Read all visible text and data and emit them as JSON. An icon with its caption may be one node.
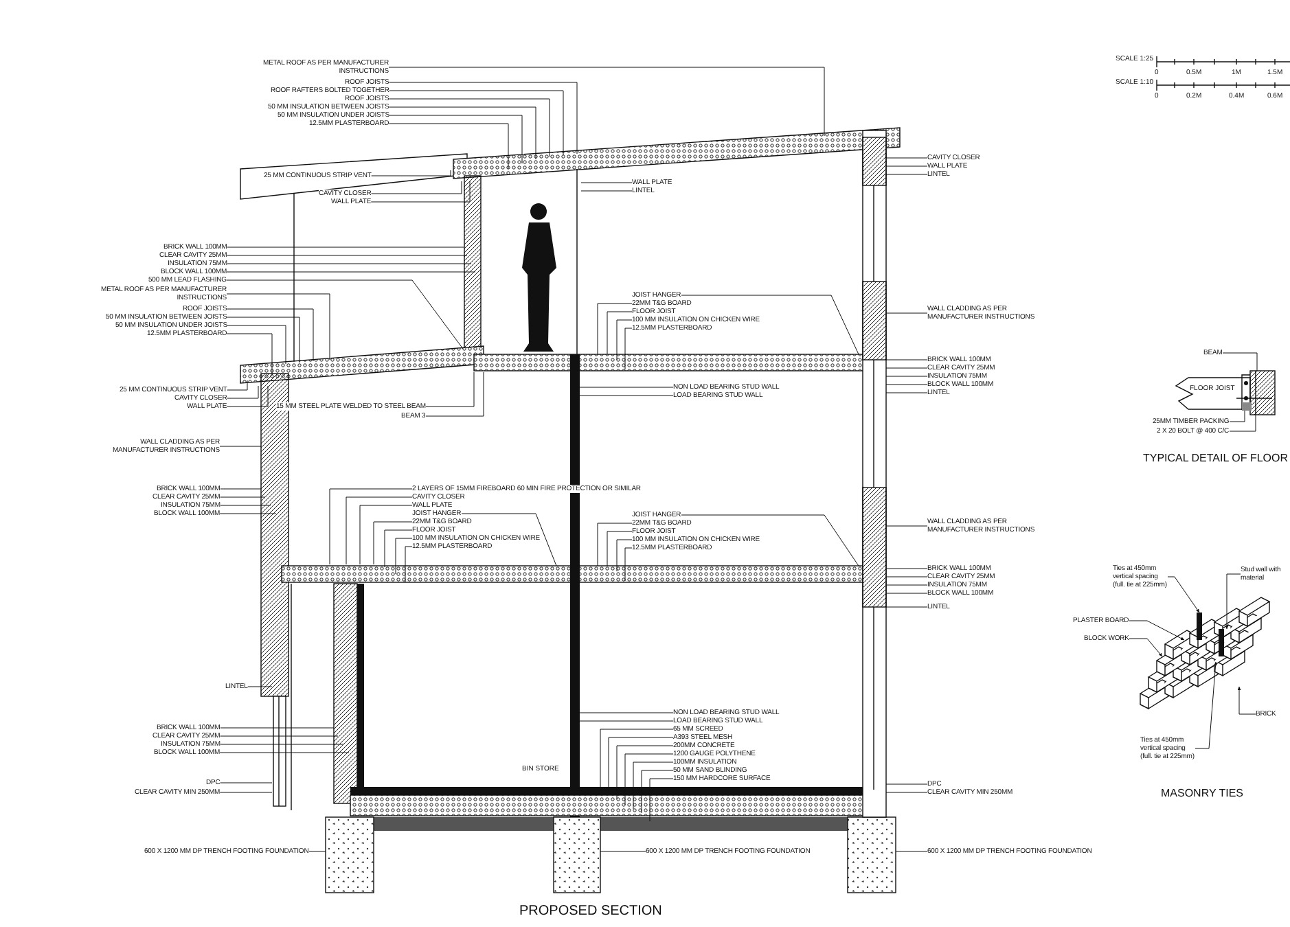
{
  "diagram": {
    "title": "PROPOSED SECTION",
    "nodes": [
      {
        "text": [
          "METAL ROOF AS PER MANUFACTURER INSTRUCTIONS"
        ]
      },
      {
        "text": [
          "ROOF JOISTS"
        ]
      },
      {
        "text": [
          "ROOF RAFTERS BOLTED TOGETHER"
        ]
      },
      {
        "text": [
          "ROOF JOISTS"
        ]
      },
      {
        "text": [
          "50 MM INSULATION BETWEEN JOISTS"
        ]
      },
      {
        "text": [
          "50 MM INSULATION UNDER JOISTS"
        ]
      },
      {
        "text": [
          "12.5MM PLASTERBOARD"
        ]
      },
      {
        "text": [
          "25 MM CONTINUOUS STRIP VENT"
        ]
      },
      {
        "text": [
          "CAVITY CLOSER"
        ]
      },
      {
        "text": [
          "WALL PLATE"
        ]
      },
      {
        "text": [
          "BRICK WALL 100MM"
        ]
      },
      {
        "text": [
          "CLEAR CAVITY 25MM"
        ]
      },
      {
        "text": [
          "INSULATION 75MM"
        ]
      },
      {
        "text": [
          "BLOCK WALL 100MM"
        ]
      },
      {
        "text": [
          "500 MM LEAD FLASHING"
        ]
      },
      {
        "text": [
          "METAL ROOF AS PER MANUFACTURER INSTRUCTIONS"
        ]
      },
      {
        "text": [
          "ROOF JOISTS"
        ]
      },
      {
        "text": [
          "50 MM INSULATION BETWEEN JOISTS"
        ]
      },
      {
        "text": [
          "50 MM INSULATION UNDER JOISTS"
        ]
      },
      {
        "text": [
          "12.5MM PLASTERBOARD"
        ]
      },
      {
        "text": [
          "25 MM CONTINUOUS STRIP VENT"
        ]
      },
      {
        "text": [
          "CAVITY CLOSER"
        ]
      },
      {
        "text": [
          "WALL PLATE"
        ]
      },
      {
        "text": [
          "15 MM STEEL PLATE WELDED TO STEEL BEAM"
        ]
      },
      {
        "text": [
          "BEAM 3"
        ]
      },
      {
        "text": [
          "WALL CLADDING AS PER MANUFACTURER INSTRUCTIONS"
        ]
      },
      {
        "text": [
          "BRICK WALL 100MM"
        ]
      },
      {
        "text": [
          "CLEAR CAVITY 25MM"
        ]
      },
      {
        "text": [
          "INSULATION 75MM"
        ]
      },
      {
        "text": [
          "BLOCK WALL 100MM"
        ]
      },
      {
        "text": [
          "2 LAYERS OF 15MM FIREBOARD 60 MIN FIRE PROTECTION OR SIMILAR"
        ]
      },
      {
        "text": [
          "CAVITY CLOSER"
        ]
      },
      {
        "text": [
          "WALL PLATE"
        ]
      },
      {
        "text": [
          "JOIST HANGER"
        ]
      },
      {
        "text": [
          "22MM T&G BOARD"
        ]
      },
      {
        "text": [
          "FLOOR JOIST"
        ]
      },
      {
        "text": [
          "100 MM INSULATION ON CHICKEN WIRE"
        ]
      },
      {
        "text": [
          "12.5MM PLASTERBOARD"
        ]
      },
      {
        "text": [
          "LINTEL"
        ]
      },
      {
        "text": [
          "BRICK WALL 100MM"
        ]
      },
      {
        "text": [
          "CLEAR CAVITY 25MM"
        ]
      },
      {
        "text": [
          "INSULATION 75MM"
        ]
      },
      {
        "text": [
          "BLOCK WALL 100MM"
        ]
      },
      {
        "text": [
          "DPC"
        ]
      },
      {
        "text": [
          "CLEAR CAVITY MIN 250MM"
        ]
      },
      {
        "text": [
          "600 X 1200 MM DP TRENCH FOOTING FOUNDATION"
        ]
      },
      {
        "text": [
          "WALL PLATE"
        ]
      },
      {
        "text": [
          "LINTEL"
        ]
      },
      {
        "text": [
          "JOIST HANGER"
        ]
      },
      {
        "text": [
          "22MM T&G BOARD"
        ]
      },
      {
        "text": [
          "FLOOR JOIST"
        ]
      },
      {
        "text": [
          "100 MM INSULATION ON CHICKEN WIRE"
        ]
      },
      {
        "text": [
          "12.5MM PLASTERBOARD"
        ]
      },
      {
        "text": [
          "NON LOAD BEARING STUD WALL"
        ]
      },
      {
        "text": [
          "LOAD BEARING STUD WALL"
        ]
      },
      {
        "text": [
          "JOIST HANGER"
        ]
      },
      {
        "text": [
          "22MM T&G BOARD"
        ]
      },
      {
        "text": [
          "FLOOR JOIST"
        ]
      },
      {
        "text": [
          "100 MM INSULATION ON CHICKEN WIRE"
        ]
      },
      {
        "text": [
          "12.5MM PLASTERBOARD"
        ]
      },
      {
        "text": [
          "NON LOAD BEARING STUD WALL"
        ]
      },
      {
        "text": [
          "LOAD BEARING STUD WALL"
        ]
      },
      {
        "text": [
          "65 MM SCREED"
        ]
      },
      {
        "text": [
          "A393 STEEL MESH"
        ]
      },
      {
        "text": [
          "200MM CONCRETE"
        ]
      },
      {
        "text": [
          "1200 GAUGE POLYTHENE"
        ]
      },
      {
        "text": [
          "100MM INSULATION"
        ]
      },
      {
        "text": [
          "50 MM SAND BLINDING"
        ]
      },
      {
        "text": [
          "150 MM HARDCORE SURFACE"
        ]
      },
      {
        "text": [
          "600 X 1200 MM DP TRENCH FOOTING FOUNDATION"
        ]
      },
      {
        "text": [
          "CAVITY CLOSER"
        ]
      },
      {
        "text": [
          "WALL PLATE"
        ]
      },
      {
        "text": [
          "LINTEL"
        ]
      },
      {
        "text": [
          "WALL CLADDING AS PER MANUFACTURER INSTRUCTIONS"
        ]
      },
      {
        "text": [
          "BRICK WALL 100MM"
        ]
      },
      {
        "text": [
          "CLEAR CAVITY 25MM"
        ]
      },
      {
        "text": [
          "INSULATION 75MM"
        ]
      },
      {
        "text": [
          "BLOCK WALL 100MM"
        ]
      },
      {
        "text": [
          "LINTEL"
        ]
      },
      {
        "text": [
          "WALL CLADDING AS PER MANUFACTURER INSTRUCTIONS"
        ]
      },
      {
        "text": [
          "BRICK WALL 100MM"
        ]
      },
      {
        "text": [
          "CLEAR CAVITY 25MM"
        ]
      },
      {
        "text": [
          "INSULATION 75MM"
        ]
      },
      {
        "text": [
          "BLOCK WALL 100MM"
        ]
      },
      {
        "text": [
          "LINTEL"
        ]
      },
      {
        "text": [
          "DPC"
        ]
      },
      {
        "text": [
          "CLEAR CAVITY MIN 250MM"
        ]
      },
      {
        "text": [
          "600 X 1200 MM DP TRENCH FOOTING FOUNDATION"
        ]
      },
      {
        "text": [
          "BEAM"
        ]
      },
      {
        "text": [
          "25MM TIMBER PACKING"
        ]
      },
      {
        "text": [
          "2 X 20 BOLT @ 400 C/C"
        ]
      },
      {
        "text": [
          "Ties at 450mm vertical spacing (full. tie at 225mm)"
        ]
      },
      {
        "text": [
          "Stud wall with material"
        ]
      },
      {
        "text": [
          "PLASTER BOARD"
        ]
      },
      {
        "text": [
          "BLOCK WORK"
        ]
      },
      {
        "text": [
          "BRICK"
        ]
      },
      {
        "text": [
          "Ties at 450mm vertical spacing (full. tie at 225mm)"
        ]
      },
      {
        "text": [],
        "shape": "picture"
      },
      {
        "text": [],
        "shape": "picture"
      }
    ],
    "edges": [
      {
        "from": 0,
        "to": null,
        "arrow": "none"
      },
      {
        "from": 1,
        "to": null,
        "arrow": "none"
      },
      {
        "from": 2,
        "to": null,
        "arrow": "none"
      },
      {
        "from": 3,
        "to": null,
        "arrow": "none"
      },
      {
        "from": 4,
        "to": null,
        "arrow": "none"
      },
      {
        "from": 5,
        "to": null,
        "arrow": "none"
      },
      {
        "from": 6,
        "to": null,
        "arrow": "none"
      },
      {
        "from": 7,
        "to": null,
        "arrow": "none"
      },
      {
        "from": 8,
        "to": null,
        "arrow": "none"
      },
      {
        "from": 9,
        "to": null,
        "arrow": "none"
      },
      {
        "from": 10,
        "to": null,
        "arrow": "none"
      },
      {
        "from": 11,
        "to": null,
        "arrow": "none"
      },
      {
        "from": 12,
        "to": null,
        "arrow": "none"
      },
      {
        "from": 13,
        "to": null,
        "arrow": "none"
      },
      {
        "from": 14,
        "to": null,
        "arrow": "none"
      },
      {
        "from": 15,
        "to": null,
        "arrow": "none"
      },
      {
        "from": 16,
        "to": null,
        "arrow": "none"
      },
      {
        "from": 17,
        "to": null,
        "arrow": "none"
      },
      {
        "from": 18,
        "to": null,
        "arrow": "none"
      },
      {
        "from": 19,
        "to": null,
        "arrow": "none"
      },
      {
        "from": 20,
        "to": null,
        "arrow": "none"
      },
      {
        "from": 21,
        "to": null,
        "arrow": "none"
      },
      {
        "from": 22,
        "to": null,
        "arrow": "none"
      },
      {
        "from": 23,
        "to": null,
        "arrow": "none"
      },
      {
        "from": 24,
        "to": null,
        "arrow": "none"
      },
      {
        "from": 25,
        "to": null,
        "arrow": "none"
      },
      {
        "from": 26,
        "to": null,
        "arrow": "none"
      },
      {
        "from": 27,
        "to": null,
        "arrow": "none"
      },
      {
        "from": 28,
        "to": null,
        "arrow": "none"
      },
      {
        "from": 29,
        "to": null,
        "arrow": "none"
      },
      {
        "from": 30,
        "to": null,
        "arrow": "none"
      },
      {
        "from": 31,
        "to": null,
        "arrow": "none"
      },
      {
        "from": 32,
        "to": null,
        "arrow": "none"
      },
      {
        "from": 33,
        "to": null,
        "arrow": "none"
      },
      {
        "from": 34,
        "to": null,
        "arrow": "none"
      },
      {
        "from": 35,
        "to": null,
        "arrow": "none"
      },
      {
        "from": 36,
        "to": null,
        "arrow": "none"
      },
      {
        "from": 37,
        "to": null,
        "arrow": "none"
      },
      {
        "from": 38,
        "to": null,
        "arrow": "none"
      },
      {
        "from": 39,
        "to": null,
        "arrow": "none"
      },
      {
        "from": 40,
        "to": null,
        "arrow": "none"
      },
      {
        "from": 41,
        "to": null,
        "arrow": "none"
      },
      {
        "from": 42,
        "to": null,
        "arrow": "none"
      },
      {
        "from": 43,
        "to": null,
        "arrow": "none"
      },
      {
        "from": 44,
        "to": null,
        "arrow": "none"
      },
      {
        "from": 45,
        "to": null,
        "arrow": "none"
      },
      {
        "from": 46,
        "to": null,
        "arrow": "none"
      },
      {
        "from": 47,
        "to": null,
        "arrow": "none"
      },
      {
        "from": 48,
        "to": null,
        "arrow": "none"
      },
      {
        "from": 49,
        "to": null,
        "arrow": "none"
      },
      {
        "from": 50,
        "to": null,
        "arrow": "none"
      },
      {
        "from": 51,
        "to": null,
        "arrow": "none"
      },
      {
        "from": 52,
        "to": null,
        "arrow": "none"
      },
      {
        "from": 53,
        "to": null,
        "arrow": "none"
      },
      {
        "from": 54,
        "to": null,
        "arrow": "none"
      },
      {
        "from": 55,
        "to": null,
        "arrow": "none"
      },
      {
        "from": 56,
        "to": null,
        "arrow": "none"
      },
      {
        "from": 57,
        "to": null,
        "arrow": "none"
      },
      {
        "from": 58,
        "to": null,
        "arrow": "none"
      },
      {
        "from": 59,
        "to": null,
        "arrow": "none"
      },
      {
        "from": 60,
        "to": null,
        "arrow": "none"
      },
      {
        "from": 61,
        "to": null,
        "arrow": "none"
      },
      {
        "from": 62,
        "to": null,
        "arrow": "none"
      },
      {
        "from": 63,
        "to": null,
        "arrow": "none"
      },
      {
        "from": 64,
        "to": null,
        "arrow": "none"
      },
      {
        "from": 65,
        "to": null,
        "arrow": "none"
      },
      {
        "from": 66,
        "to": null,
        "arrow": "none"
      },
      {
        "from": 67,
        "to": null,
        "arrow": "none"
      },
      {
        "from": 68,
        "to": null,
        "arrow": "none"
      },
      {
        "from": 69,
        "to": null,
        "arrow": "none"
      },
      {
        "from": 70,
        "to": null,
        "arrow": "none"
      },
      {
        "from": 71,
        "to": null,
        "arrow": "none"
      },
      {
        "from": 72,
        "to": null,
        "arrow": "none"
      },
      {
        "from": 73,
        "to": null,
        "arrow": "none"
      },
      {
        "from": 74,
        "to": null,
        "arrow": "none"
      },
      {
        "from": 75,
        "to": null,
        "arrow": "none"
      },
      {
        "from": 76,
        "to": null,
        "arrow": "none"
      },
      {
        "from": 77,
        "to": null,
        "arrow": "none"
      },
      {
        "from": 78,
        "to": null,
        "arrow": "none"
      },
      {
        "from": 79,
        "to": null,
        "arrow": "none"
      },
      {
        "from": 80,
        "to": null,
        "arrow": "none"
      },
      {
        "from": 81,
        "to": null,
        "arrow": "none"
      },
      {
        "from": 82,
        "to": null,
        "arrow": "none"
      },
      {
        "from": 83,
        "to": null,
        "arrow": "none"
      },
      {
        "from": 84,
        "to": null,
        "arrow": "none"
      },
      {
        "from": 85,
        "to": null,
        "arrow": "none"
      },
      {
        "from": 86,
        "to": null,
        "arrow": "none"
      },
      {
        "from": 87,
        "to": null,
        "arrow": "none"
      },
      {
        "from": 88,
        "to": 97,
        "arrow": "none"
      },
      {
        "from": 89,
        "to": 97,
        "arrow": "none"
      },
      {
        "from": 90,
        "to": 97,
        "arrow": "none"
      },
      {
        "from": 91,
        "to": 98,
        "arrow": "to"
      },
      {
        "from": 92,
        "to": 98,
        "arrow": "to"
      },
      {
        "from": 93,
        "to": 98,
        "arrow": "to"
      },
      {
        "from": 94,
        "to": 98,
        "arrow": "to"
      },
      {
        "from": 95,
        "to": 98,
        "arrow": "to"
      },
      {
        "from": 96,
        "to": 98,
        "arrow": "to"
      }
    ],
    "labels": [
      "BIN STORE",
      "SCALE 1:25",
      "0",
      "0.5M",
      "1M",
      "1.5M",
      "SCALE 1:10",
      "0",
      "0.2M",
      "0.4M",
      "0.6M",
      "FLOOR JOIST",
      "TYPICAL DETAIL OF FLOOR",
      "MASONRY TIES"
    ]
  }
}
